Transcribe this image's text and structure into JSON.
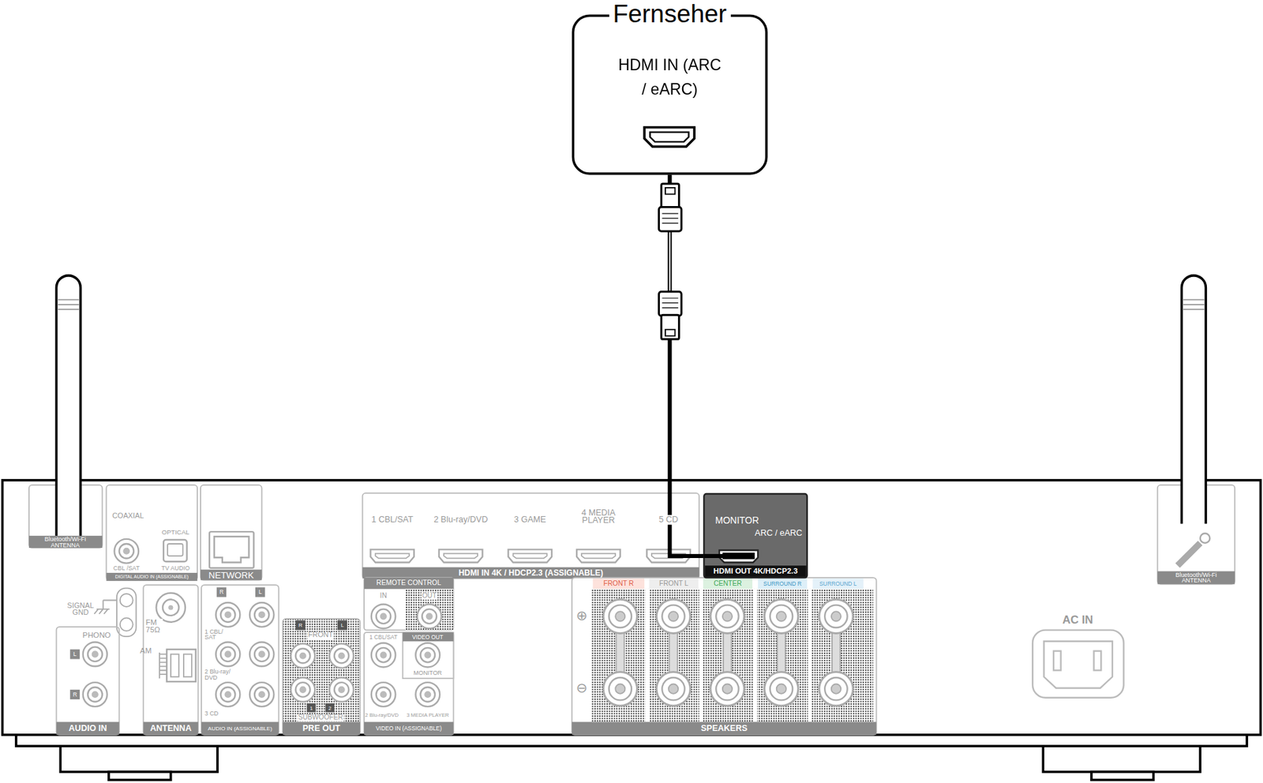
{
  "diagram": {
    "nodes": [
      {
        "text": [
          "Fernseher",
          "HDMI IN (ARC / eARC)"
        ]
      },
      {
        "text": [
          "MONITOR",
          "ARC / eARC",
          "HDMI OUT 4K/HDCP2.3"
        ]
      }
    ],
    "edges": [
      {
        "from": 0,
        "to": 1,
        "arrow": "none"
      }
    ],
    "labels": [
      "Bluetooth/Wi-Fi ANTENNA",
      "COAXIAL",
      "OPTICAL",
      "CBL /SAT",
      "TV AUDIO",
      "DIGITAL AUDIO IN (ASSIGNABLE)",
      "NETWORK",
      "1 CBL/SAT",
      "2 Blu-ray/DVD",
      "3 GAME",
      "4 MEDIA PLAYER",
      "5 CD",
      "HDMI IN 4K / HDCP2.3 (ASSIGNABLE)",
      "SIGNAL GND",
      "PHONO",
      "L",
      "R",
      "AUDIO IN",
      "FM 75Ω",
      "AM",
      "ANTENNA",
      "R",
      "L",
      "1 CBL/ SAT",
      "2 Blu-ray/ DVD",
      "3 CD",
      "AUDIO IN (ASSIGNABLE)",
      "FRONT",
      "R",
      "L",
      "SUBWOOFER",
      "1",
      "2",
      "PRE OUT",
      "REMOTE CONTROL",
      "IN",
      "OUT",
      "1 CBL/SAT",
      "VIDEO OUT",
      "MONITOR",
      "2 Blu-ray/DVD",
      "3 MEDIA PLAYER",
      "VIDEO IN (ASSIGNABLE)",
      "FRONT R",
      "FRONT L",
      "CENTER",
      "SURROUND R",
      "SURROUND L",
      "⊕",
      "⊖",
      "SPEAKERS",
      "AC IN",
      "Bluetooth/Wi-Fi ANTENNA"
    ]
  }
}
